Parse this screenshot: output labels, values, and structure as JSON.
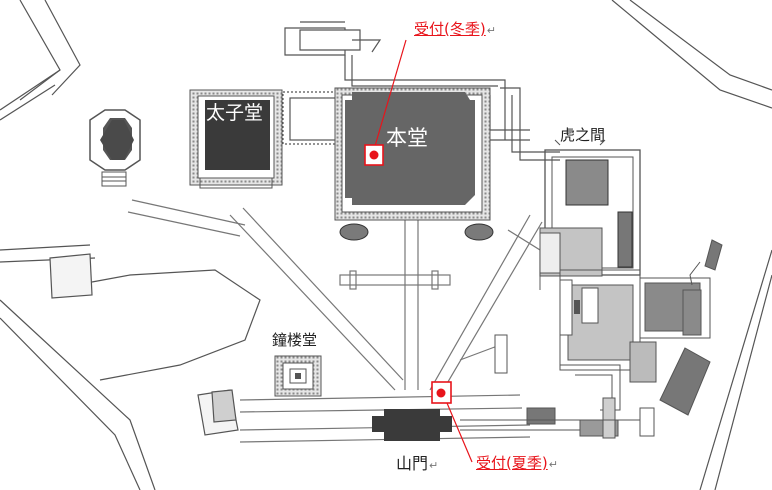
{
  "map": {
    "labels": {
      "taishido": "太子堂",
      "hondo": "本堂",
      "shoro": "鐘楼堂",
      "sanmon": "山門",
      "tora_no_ma": "虎之間"
    },
    "reception": {
      "winter": "受付(冬季)",
      "summer": "受付(夏季)"
    },
    "return_mark": "↵",
    "colors": {
      "accent_red": "#e8141b",
      "building_dark": "#3a3a3a",
      "building_mid": "#666666",
      "building_gray": "#8a8a8a",
      "building_light": "#c4c4c4",
      "outline": "#555555"
    }
  }
}
